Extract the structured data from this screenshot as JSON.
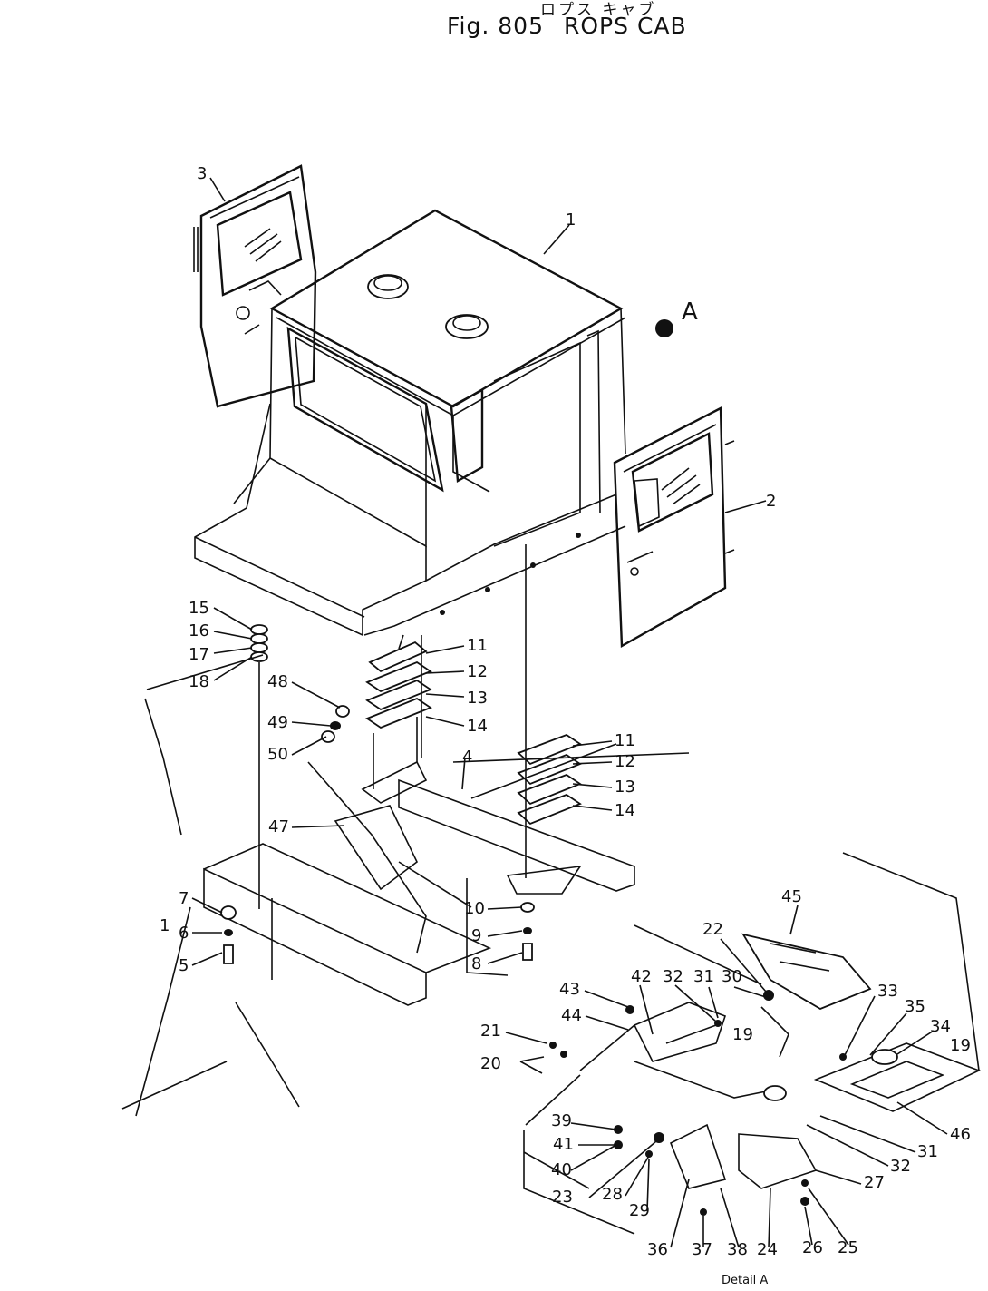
{
  "header": {
    "japanese": "ロプス キャブ",
    "fig_label": "Fig. 805",
    "title": "ROPS CAB"
  },
  "view_marker": "A",
  "detail_caption": "Detail A",
  "callouts": [
    {
      "id": "c1",
      "text": "1"
    },
    {
      "id": "c2",
      "text": "2"
    },
    {
      "id": "c3",
      "text": "3"
    },
    {
      "id": "c15",
      "text": "15"
    },
    {
      "id": "c16",
      "text": "16"
    },
    {
      "id": "c17",
      "text": "17"
    },
    {
      "id": "c18",
      "text": "18"
    },
    {
      "id": "c48",
      "text": "48"
    },
    {
      "id": "c49",
      "text": "49"
    },
    {
      "id": "c50",
      "text": "50"
    },
    {
      "id": "c11a",
      "text": "11"
    },
    {
      "id": "c12a",
      "text": "12"
    },
    {
      "id": "c13a",
      "text": "13"
    },
    {
      "id": "c14a",
      "text": "14"
    },
    {
      "id": "c11b",
      "text": "11"
    },
    {
      "id": "c12b",
      "text": "12"
    },
    {
      "id": "c13b",
      "text": "13"
    },
    {
      "id": "c14b",
      "text": "14"
    },
    {
      "id": "c4",
      "text": "4"
    },
    {
      "id": "c47",
      "text": "47"
    },
    {
      "id": "c7",
      "text": "7"
    },
    {
      "id": "c6",
      "text": "6"
    },
    {
      "id": "c1b",
      "text": "1"
    },
    {
      "id": "c5",
      "text": "5"
    },
    {
      "id": "c10",
      "text": "10"
    },
    {
      "id": "c9",
      "text": "9"
    },
    {
      "id": "c8",
      "text": "8"
    },
    {
      "id": "c45",
      "text": "45"
    },
    {
      "id": "c22",
      "text": "22"
    },
    {
      "id": "c43",
      "text": "43"
    },
    {
      "id": "c42",
      "text": "42"
    },
    {
      "id": "c32",
      "text": "32"
    },
    {
      "id": "c31",
      "text": "31"
    },
    {
      "id": "c30",
      "text": "30"
    },
    {
      "id": "c44",
      "text": "44"
    },
    {
      "id": "c33",
      "text": "33"
    },
    {
      "id": "c35",
      "text": "35"
    },
    {
      "id": "c34",
      "text": "34"
    },
    {
      "id": "c19",
      "text": "19"
    },
    {
      "id": "c19b",
      "text": "19"
    },
    {
      "id": "c21",
      "text": "21"
    },
    {
      "id": "c20",
      "text": "20"
    },
    {
      "id": "c39",
      "text": "39"
    },
    {
      "id": "c41",
      "text": "41"
    },
    {
      "id": "c40",
      "text": "40"
    },
    {
      "id": "c46",
      "text": "46"
    },
    {
      "id": "c31b",
      "text": "31"
    },
    {
      "id": "c32b",
      "text": "32"
    },
    {
      "id": "c27",
      "text": "27"
    },
    {
      "id": "c23",
      "text": "23"
    },
    {
      "id": "c28",
      "text": "28"
    },
    {
      "id": "c29",
      "text": "29"
    },
    {
      "id": "c36",
      "text": "36"
    },
    {
      "id": "c37",
      "text": "37"
    },
    {
      "id": "c38",
      "text": "38"
    },
    {
      "id": "c24",
      "text": "24"
    },
    {
      "id": "c26",
      "text": "26"
    },
    {
      "id": "c25",
      "text": "25"
    }
  ]
}
